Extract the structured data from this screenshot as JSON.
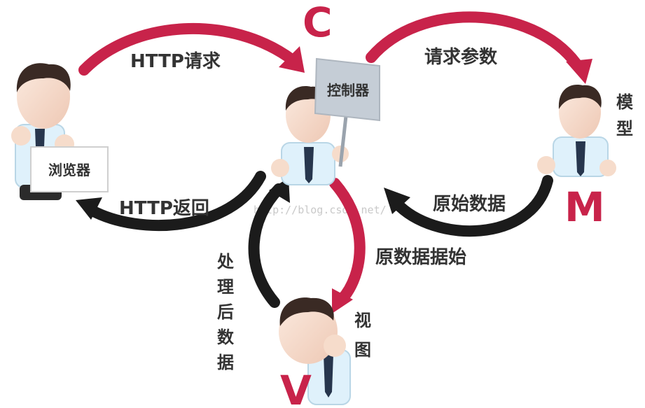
{
  "colors": {
    "red": "#c8234a",
    "black": "#1b1b1b",
    "shirt": "#dff1fb",
    "tie": "#27364d",
    "hair": "#3a2a24",
    "skin": "#f6dccb",
    "sign": "#c5cdd6"
  },
  "letters": {
    "c": "C",
    "m": "M",
    "v": "V"
  },
  "labels": {
    "http_request": "HTTP请求",
    "request_params": "请求参数",
    "model": [
      "模",
      "型"
    ],
    "raw_data": "原始数据",
    "http_return": "HTTP返回",
    "raw_data_to_view": "原数据据始",
    "processed_data": [
      "处",
      "理",
      "后",
      "数",
      "据"
    ],
    "view": [
      "视",
      "图"
    ]
  },
  "signs": {
    "browser": "浏览器",
    "controller": "控制器"
  },
  "watermark": "http://blog.csdn.net/"
}
